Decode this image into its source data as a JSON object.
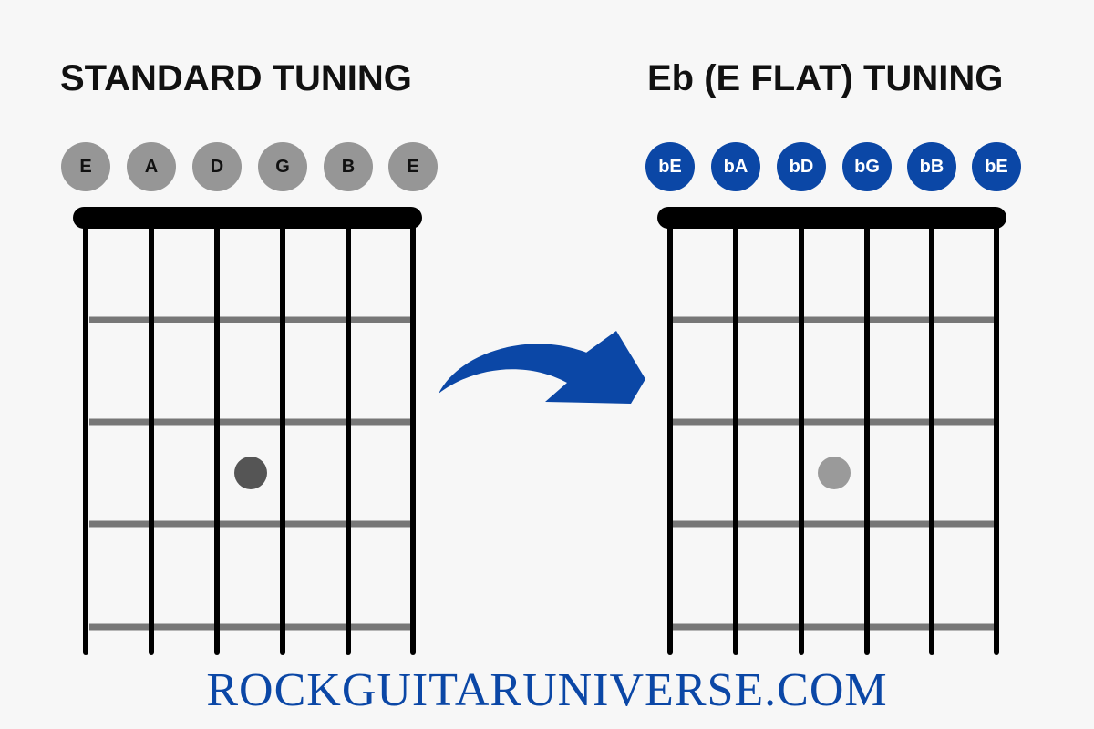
{
  "left_panel": {
    "title": "STANDARD TUNING",
    "notes": [
      "E",
      "A",
      "D",
      "G",
      "B",
      "E"
    ]
  },
  "right_panel": {
    "title": "Eb (E FLAT) TUNING",
    "notes": [
      "bE",
      "bA",
      "bD",
      "bG",
      "bB",
      "bE"
    ]
  },
  "footer": "ROCKGUITARUNIVERSE.COM",
  "colors": {
    "background": "#f7f7f7",
    "standard_note": "#969696",
    "flat_note": "#0b47a6",
    "arrow": "#0b47a6",
    "nut_and_strings": "#000000",
    "frets": "#777777",
    "left_marker": "#555555",
    "right_marker": "#9a9a9a"
  },
  "icons": [
    "curved-arrow-right-icon"
  ]
}
